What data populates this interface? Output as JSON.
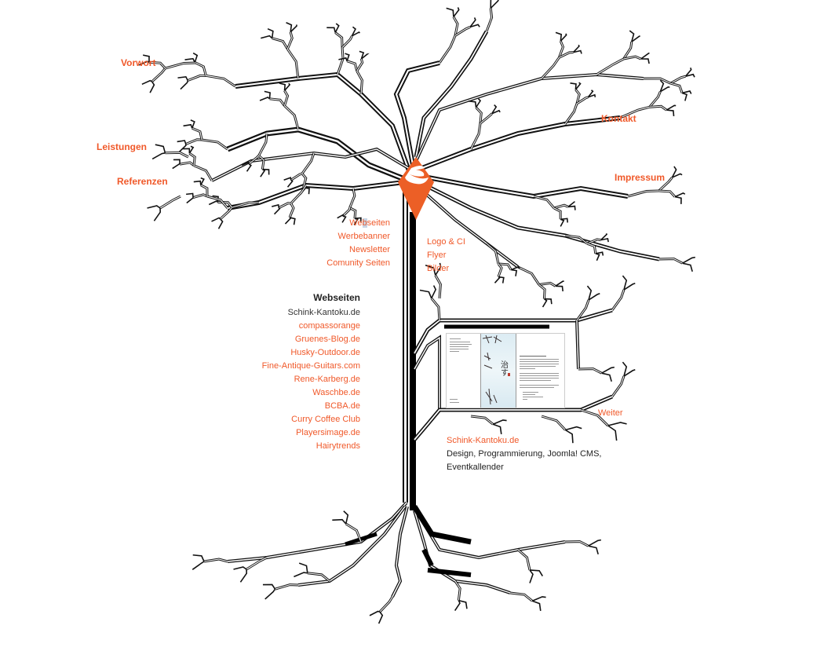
{
  "brand": {
    "accent": "#f0592a",
    "logo_icon": "orange-diamond-swoosh-logo"
  },
  "nav": {
    "vorwort": "Vorwort",
    "leistungen": "Leistungen",
    "referenzen": "Referenzen",
    "kontakt": "Kontakt",
    "impressum": "Impressum"
  },
  "sub_left": [
    "Webseiten",
    "Werbebanner",
    "Newsletter",
    "Comunity Seiten"
  ],
  "sub_left_highlight": {
    "before": "We",
    "mark": "b",
    "after": "seiten"
  },
  "sub_right": [
    "Logo & CI",
    "Flyer",
    "Bilder"
  ],
  "websites": {
    "heading": "Webseiten",
    "current": "Schink-Kantoku.de",
    "items": [
      "compassorange",
      "Gruenes-Blog.de",
      "Husky-Outdoor.de",
      "Fine-Antique-Guitars.com",
      "Rene-Karberg.de",
      "Waschbe.de",
      "BCBA.de",
      "Curry Coffee Club",
      "Playersimage.de",
      "Hairytrends"
    ]
  },
  "project": {
    "title": "Schink-Kantoku.de",
    "description": "Design, Programmierung, Joomla! CMS, Eventkallender",
    "thumbnail_glyph": "治す",
    "next_label": "Weiter"
  }
}
